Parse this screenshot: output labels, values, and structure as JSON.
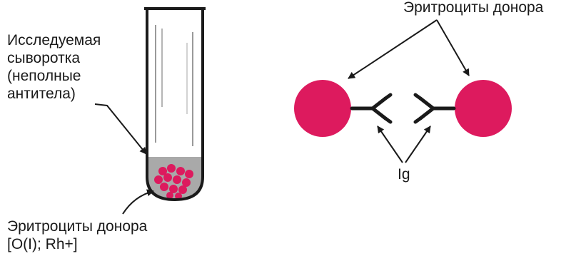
{
  "colors": {
    "erythrocyte": "#dd1a5e",
    "serum": "#a9a9a9",
    "tube_outline": "#1a1a1a",
    "line": "#1a1a1a"
  },
  "labels": {
    "serum_lines": [
      "Исследуемая",
      "сыворотка",
      "(неполные",
      "антитела)"
    ],
    "donor_cells_bottom_lines": [
      "Эритроциты донора",
      "[O(I); Rh+]"
    ],
    "donor_cells_top": "Эритроциты донора",
    "ig": "Ig"
  }
}
